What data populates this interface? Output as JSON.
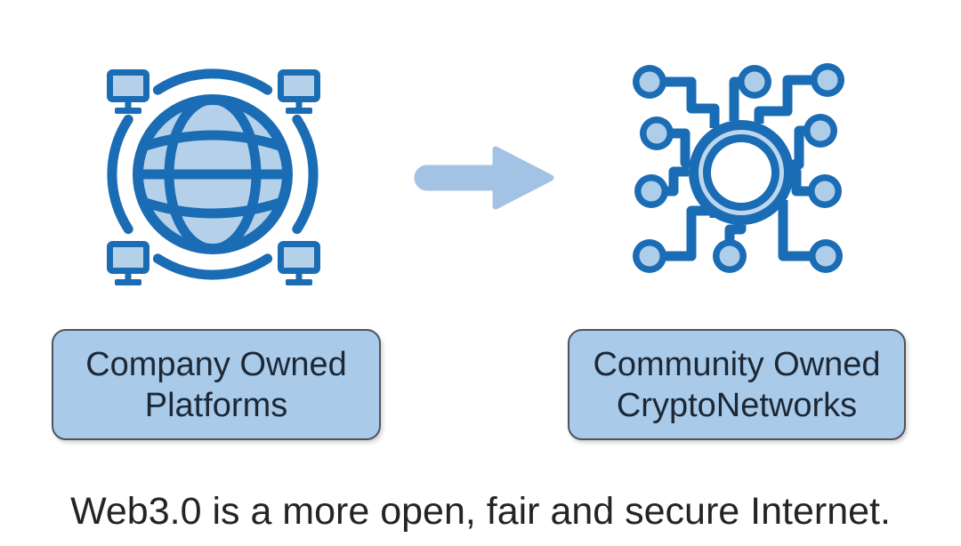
{
  "diagram": {
    "left": {
      "icon": "globe-network",
      "label_lines": [
        "Company Owned",
        "Platforms"
      ]
    },
    "right": {
      "icon": "decentralized-network",
      "label_lines": [
        "Community Owned",
        "CryptoNetworks"
      ]
    },
    "arrow": {
      "direction": "right"
    },
    "caption": "Web3.0 is a more open, fair and secure Internet."
  },
  "colors": {
    "background": "#ffffff",
    "icon_stroke": "#1a6cb4",
    "icon_fill_light": "#b5d1ea",
    "node_fill": "#aecde9",
    "ring_inner_band": "#bcd6ee",
    "arrow_fill": "#a3c3e5",
    "box_fill": "#a9cae9",
    "box_border": "#4e545c",
    "box_text": "#1c2836",
    "caption_text": "#242424"
  }
}
